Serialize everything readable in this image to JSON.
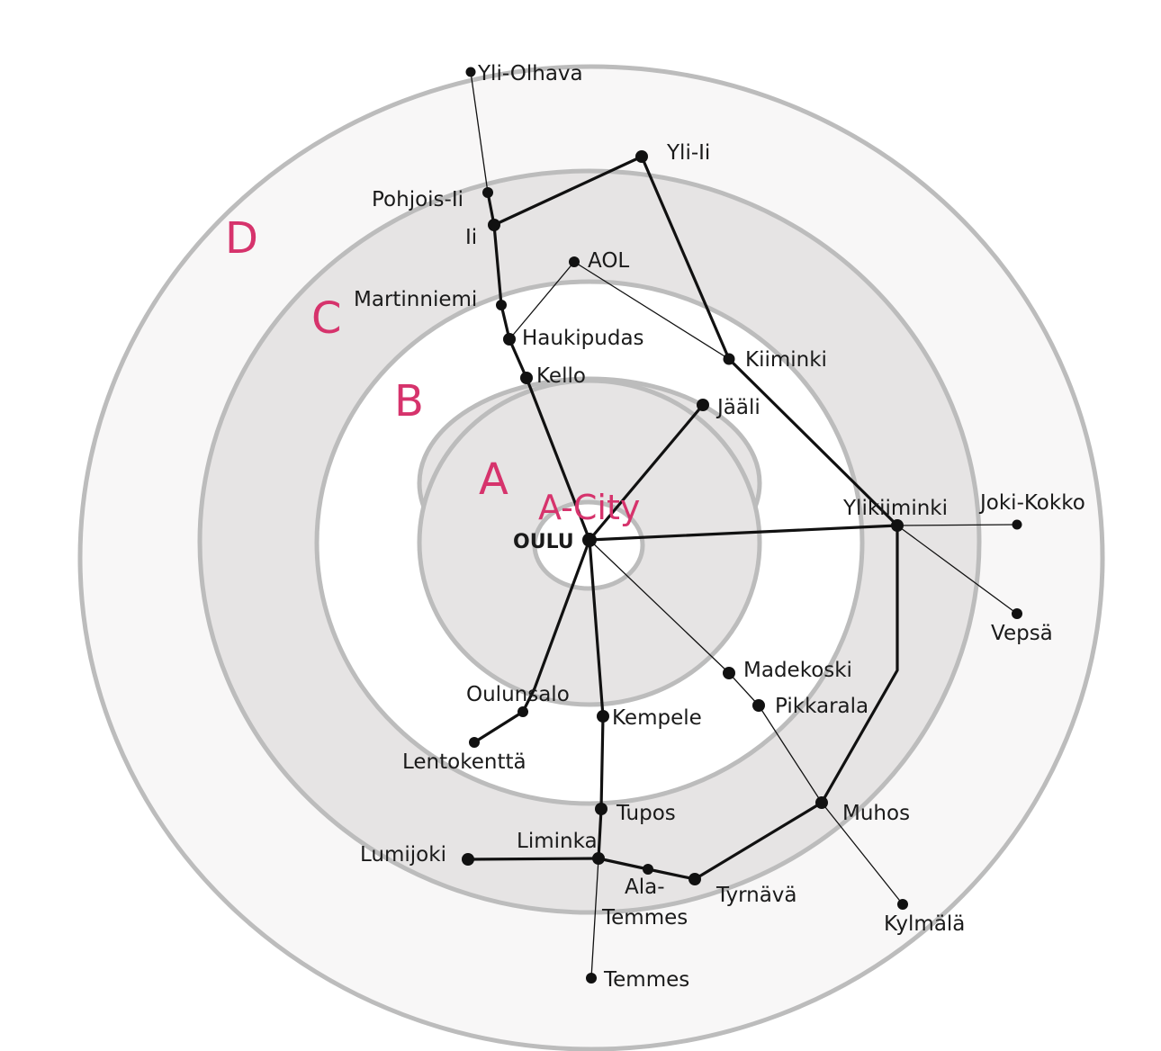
{
  "zones": [
    {
      "id": "A",
      "label": "A"
    },
    {
      "id": "B",
      "label": "B"
    },
    {
      "id": "C",
      "label": "C"
    },
    {
      "id": "D",
      "label": "D"
    }
  ],
  "center_label": "A-City",
  "colors": {
    "zone_letter": "#d6336c",
    "ring_stroke": "#bcbcbc",
    "fill_d": "#f8f7f7",
    "fill_c": "#e6e4e4",
    "fill_b": "#ffffff",
    "fill_a": "#e6e4e4",
    "fill_core": "#ffffff",
    "route": "#111111"
  },
  "places": {
    "oulu": "OULU",
    "yli_olhava": "Yli-Olhava",
    "yli_ii": "Yli-Ii",
    "pohjois_ii": "Pohjois-Ii",
    "ii": "Ii",
    "aol": "AOL",
    "martinniemi": "Martinniemi",
    "haukipudas": "Haukipudas",
    "kello": "Kello",
    "kiiminki": "Kiiminki",
    "jaali": "Jääli",
    "ylikiiminki": "Ylikiiminki",
    "joki_kokko": "Joki-Kokko",
    "vepsa": "Vepsä",
    "madekoski": "Madekoski",
    "pikkarala": "Pikkarala",
    "oulunsalo": "Oulunsalo",
    "lentokentta": "Lentokenttä",
    "kempele": "Kempele",
    "tupos": "Tupos",
    "muhos": "Muhos",
    "liminka": "Liminka",
    "lumijoki": "Lumijoki",
    "ala_temmes_1": "Ala-",
    "ala_temmes_2": "Temmes",
    "tyrnava": "Tyrnävä",
    "kylmala": "Kylmälä",
    "temmes": "Temmes"
  }
}
